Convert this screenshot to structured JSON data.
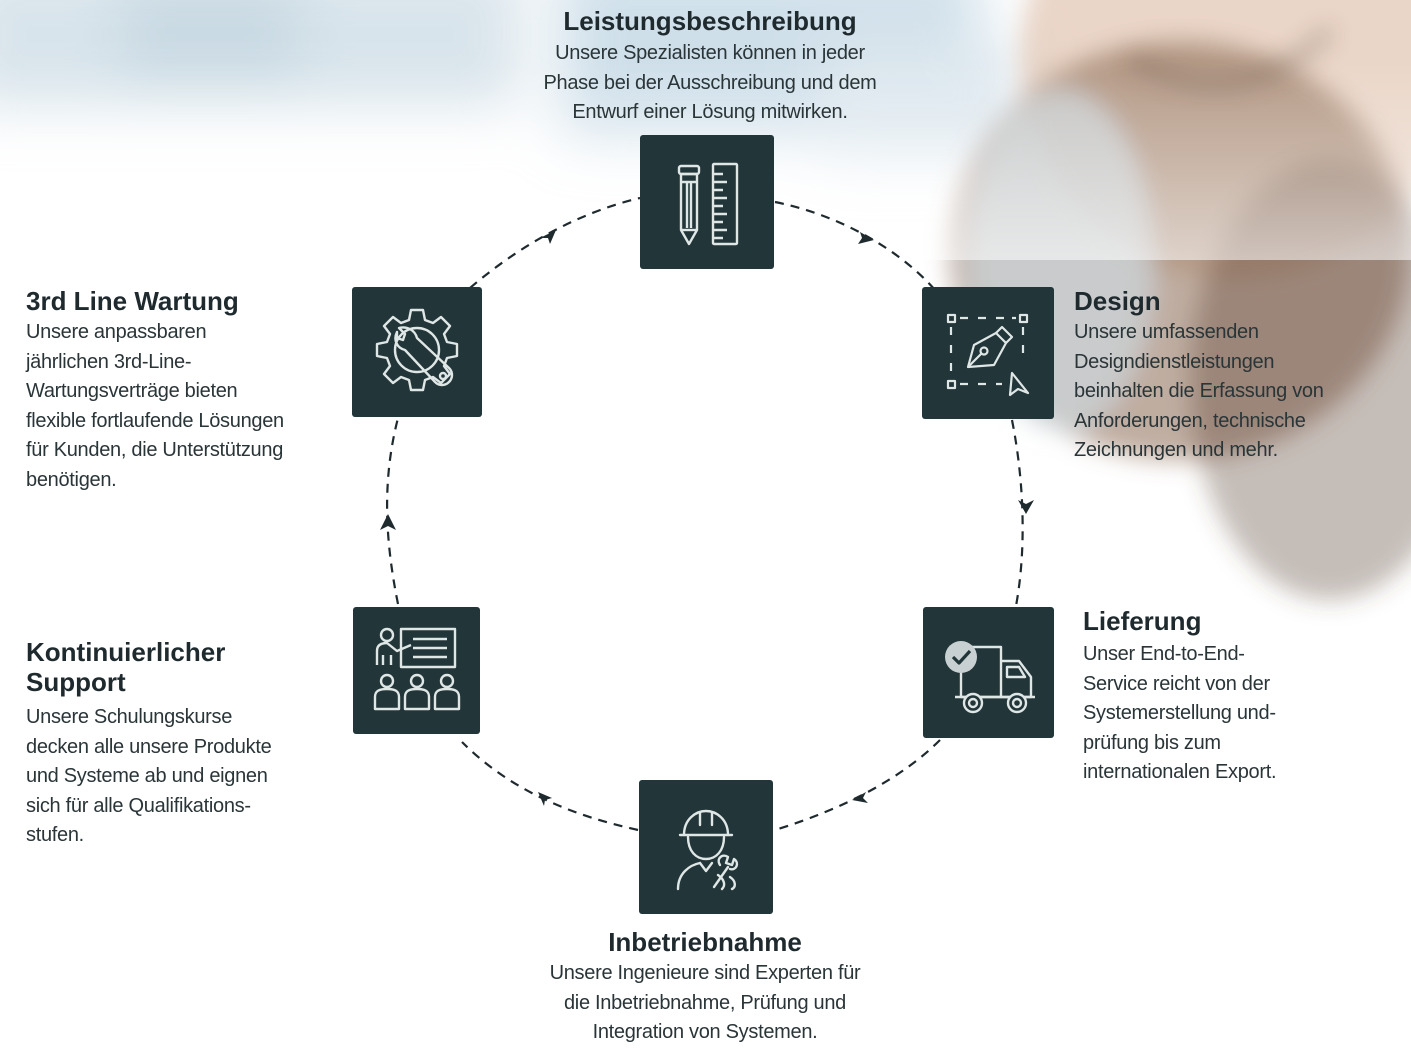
{
  "steps": {
    "leistung": {
      "title": "Leistungsbeschreibung",
      "desc_lines": [
        "Unsere Spezialisten können in jeder",
        "Phase bei der Ausschreibung und dem",
        "Entwurf einer Lösung mitwirken."
      ],
      "icon": "pencil-ruler-icon"
    },
    "design": {
      "title": "Design",
      "desc_lines": [
        "Unsere umfassenden",
        "Designdienstleistungen",
        "beinhalten die Erfassung von",
        "Anforderungen, technische",
        "Zeichnungen und mehr."
      ],
      "icon": "pen-tool-selection-icon"
    },
    "lieferung": {
      "title": "Lieferung",
      "desc_lines": [
        "Unser End-to-End-",
        "Service reicht von der",
        "Systemerstellung und-",
        "prüfung bis zum",
        "internationalen Export."
      ],
      "icon": "delivery-truck-check-icon"
    },
    "inbetrieb": {
      "title": "Inbetriebnahme",
      "desc_lines": [
        "Unsere Ingenieure sind Experten für",
        "die Inbetriebnahme, Prüfung und",
        "Integration von Systemen."
      ],
      "icon": "engineer-wrench-icon"
    },
    "support": {
      "title_lines": [
        "Kontinuierlicher",
        "Support"
      ],
      "desc_lines": [
        "Unsere Schulungskurse",
        "decken alle unsere Produkte",
        "und Systeme ab und eignen",
        "sich für alle Qualifikations-",
        "stufen."
      ],
      "icon": "presentation-training-icon"
    },
    "wartung": {
      "title": "3rd Line Wartung",
      "desc_lines": [
        "Unsere anpassbaren",
        "jährlichen 3rd-Line-",
        "Wartungsverträge bieten",
        "flexible fortlaufende Lösungen",
        "für Kunden, die Unterstützung",
        "benötigen."
      ],
      "icon": "gear-wrench-icon"
    }
  },
  "colors": {
    "tile": "#223538",
    "icon_stroke": "#dfe6e6",
    "text": "#1f2a2e",
    "check_badge": "#c9d0d1"
  }
}
